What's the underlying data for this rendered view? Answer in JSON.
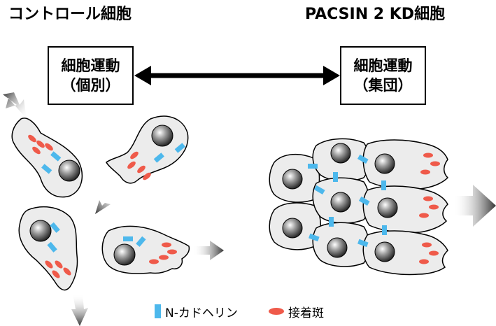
{
  "titles": {
    "left": "コントロール細胞",
    "right": "PACSIN 2 KD細胞"
  },
  "boxes": {
    "left": {
      "line1": "細胞運動",
      "line2": "（個別）"
    },
    "right": {
      "line1": "細胞運動",
      "line2": "（集団）"
    }
  },
  "legend": {
    "cadherin": "N-カドヘリン",
    "focal_adhesion": "接着斑"
  },
  "colors": {
    "cadherin": "#4db8ec",
    "focal_adhesion": "#ef5a4a",
    "cell_fill": "#ececec",
    "outline": "#000000"
  }
}
